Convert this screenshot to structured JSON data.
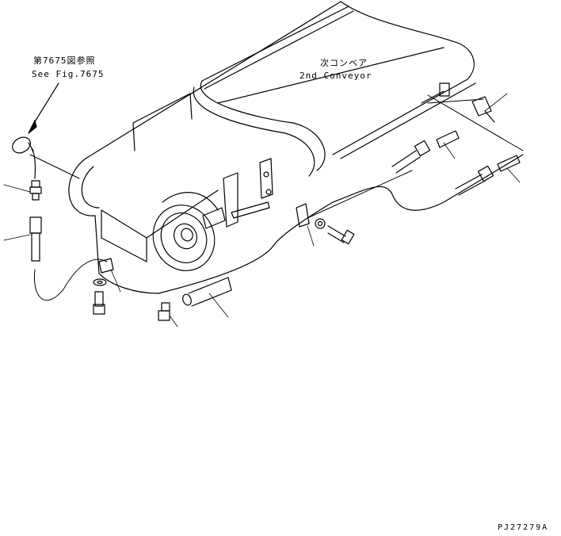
{
  "labels": {
    "ref_jp": "第7675図参照",
    "ref_en": "See Fig.7675",
    "conveyor_jp": "次コンベア",
    "conveyor_en": "2nd Conveyor",
    "drawing_id": "PJ27279A"
  }
}
